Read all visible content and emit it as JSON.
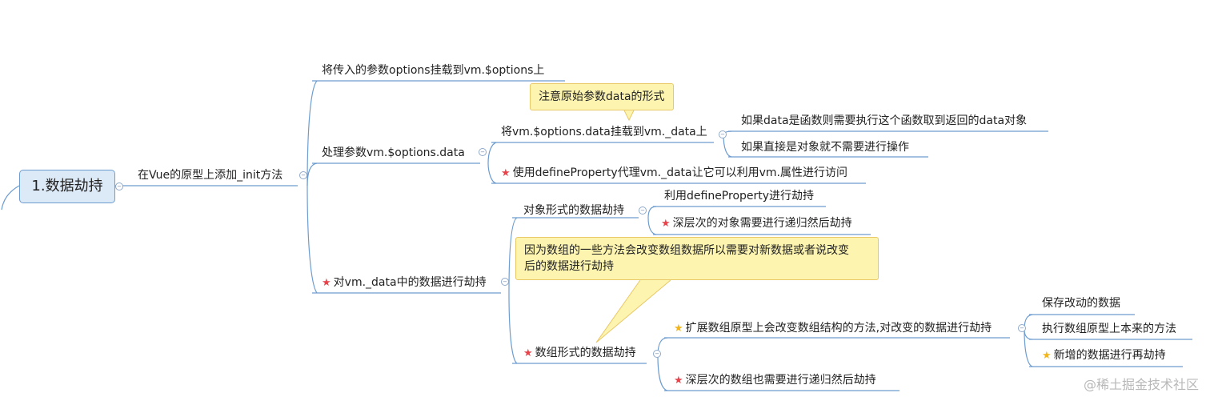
{
  "root": {
    "label": "1.数据劫持"
  },
  "level1": {
    "label": "在Vue的原型上添加_init方法"
  },
  "branches": {
    "mount_options": "将传入的参数options挂载到vm.$options上",
    "process_data": "处理参数vm.$options.data",
    "mount_data": "将vm.$options.data挂载到vm._data上",
    "data_function": "如果data是函数则需要执行这个函数取到返回的data对象",
    "data_object": "如果直接是对象就不需要进行操作",
    "proxy": "使用defineProperty代理vm._data让它可以利用vm.属性进行访问",
    "hijack": "对vm._data中的数据进行劫持",
    "object_hijack": "对象形式的数据劫持",
    "use_define_property": "利用defineProperty进行劫持",
    "deep_object": "深层次的对象需要进行递归然后劫持",
    "array_hijack": "数组形式的数据劫持",
    "extend_array_proto": "扩展数组原型上会改变数组结构的方法,对改变的数据进行劫持",
    "deep_array": "深层次的数组也需要进行递归然后劫持",
    "save_data": "保存改动的数据",
    "exec_proto": "执行数组原型上本来的方法",
    "new_data_hijack": "新增的数据进行再劫持"
  },
  "notes": {
    "data_form": "注意原始参数data的形式",
    "array_reason_line1": "因为数组的一些方法会改变数组数据所以需要对新数据或者说改变",
    "array_reason_line2": "后的数据进行劫持"
  },
  "icons": {
    "star": "★",
    "collapse": "−"
  },
  "colors": {
    "line": "#6d9ccf",
    "star_red": "#e8434b",
    "star_gold": "#f2b51c",
    "note_bg": "#fdf4b0",
    "root_bg": "#dce9f7"
  },
  "watermark": "@稀土掘金技术社区"
}
